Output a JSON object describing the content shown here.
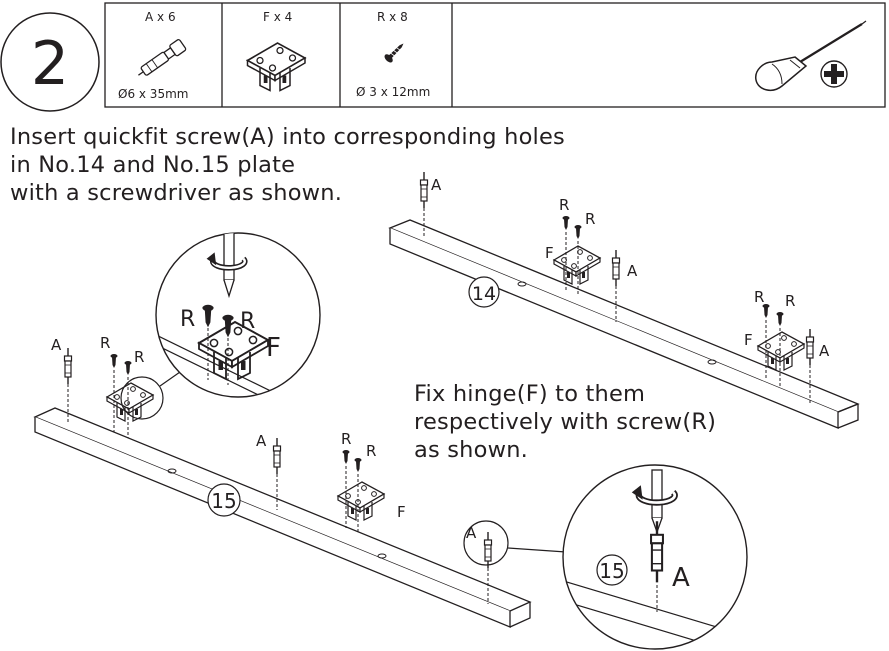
{
  "step": {
    "number": "2"
  },
  "parts": [
    {
      "label": "A x 6",
      "spec": "Ø6 x 35mm"
    },
    {
      "label": "F x 4",
      "spec": ""
    },
    {
      "label": "R x 8",
      "spec": "Ø 3 x 12mm"
    }
  ],
  "instructions": {
    "line1": "Insert quickfit screw(A) into corresponding holes",
    "line2": "in No.14 and No.15 plate",
    "line3": "with a screwdriver as shown.",
    "fix1": "Fix hinge(F) to them",
    "fix2": "respectively with screw(R)",
    "fix3": "as shown."
  },
  "labels": {
    "screw_a": "A",
    "hinge_f": "F",
    "screw_r": "R",
    "panel_14": "14",
    "panel_15": "15"
  },
  "colors": {
    "line": "#231f20",
    "background": "#ffffff"
  }
}
